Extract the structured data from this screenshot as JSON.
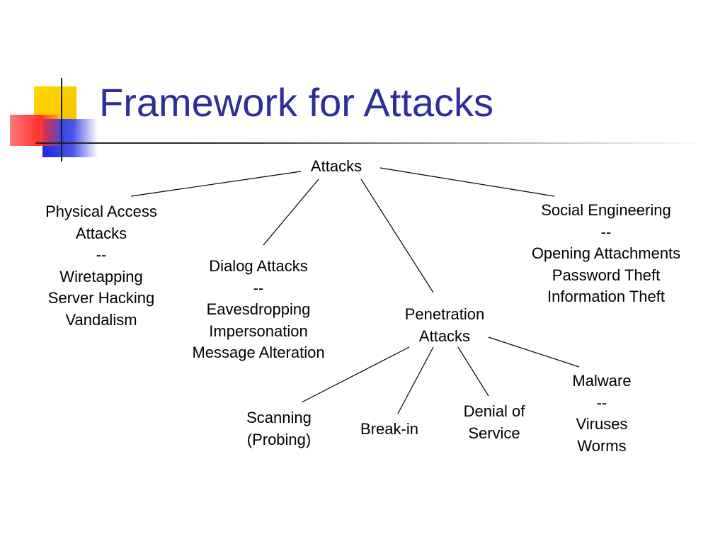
{
  "slide": {
    "title": "Framework for Attacks"
  },
  "nodes": {
    "root": [
      "Attacks"
    ],
    "physical": [
      "Physical Access",
      "Attacks",
      "--",
      "Wiretapping",
      "Server Hacking",
      "Vandalism"
    ],
    "dialog": [
      "Dialog Attacks",
      "--",
      "Eavesdropping",
      "Impersonation",
      "Message Alteration"
    ],
    "penetration": [
      "Penetration",
      "Attacks"
    ],
    "social": [
      "Social Engineering",
      "--",
      "Opening Attachments",
      "Password Theft",
      "Information Theft"
    ],
    "scanning": [
      "Scanning",
      "(Probing)"
    ],
    "breakin": [
      "Break-in"
    ],
    "dos": [
      "Denial of",
      "Service"
    ],
    "malware": [
      "Malware",
      "--",
      "Viruses",
      "Worms"
    ]
  }
}
